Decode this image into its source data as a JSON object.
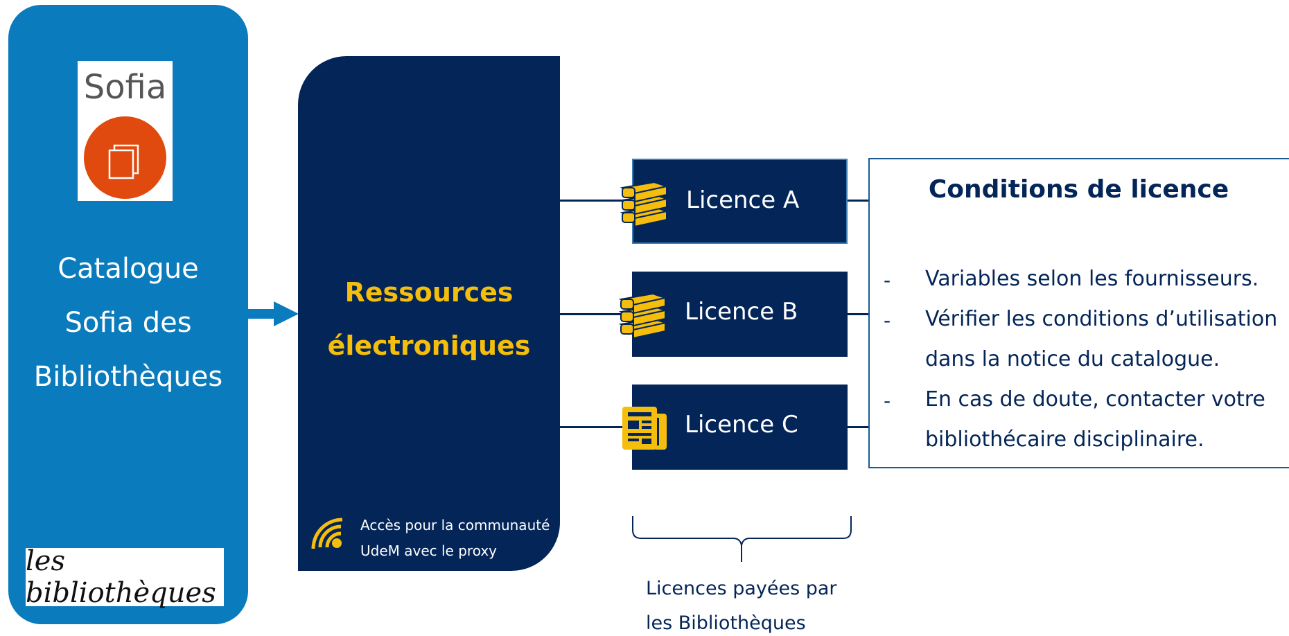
{
  "catalog": {
    "logo_text": "Sofia",
    "lines": [
      "Catalogue",
      "Sofia des",
      "Bibliothèques"
    ],
    "footer_logo_text": "les bibliothèques"
  },
  "resources": {
    "title_lines": [
      "Ressources",
      "électroniques"
    ],
    "proxy_lines": [
      "Accès pour la communauté",
      "UdeM avec le proxy"
    ],
    "proxy_icon": "wifi-icon"
  },
  "licences": [
    {
      "label": "Licence A",
      "icon": "books-stack-icon"
    },
    {
      "label": "Licence B",
      "icon": "books-stack-icon"
    },
    {
      "label": "Licence C",
      "icon": "newspaper-icon"
    }
  ],
  "brace_text": [
    "Licences payées par",
    "les Bibliothèques"
  ],
  "conditions": {
    "title": "Conditions de licence",
    "dash": "-",
    "lines": [
      "Variables selon les fournisseurs.",
      "Vérifier les conditions d’utilisation",
      "dans la notice du catalogue.",
      "En cas de doute, contacter votre",
      "bibliothécaire disciplinaire."
    ]
  },
  "colors": {
    "catalog_blue": "#0a7bbd",
    "navy": "#032558",
    "gold": "#f5bd0c",
    "sofia_orange": "#e04a0e"
  }
}
